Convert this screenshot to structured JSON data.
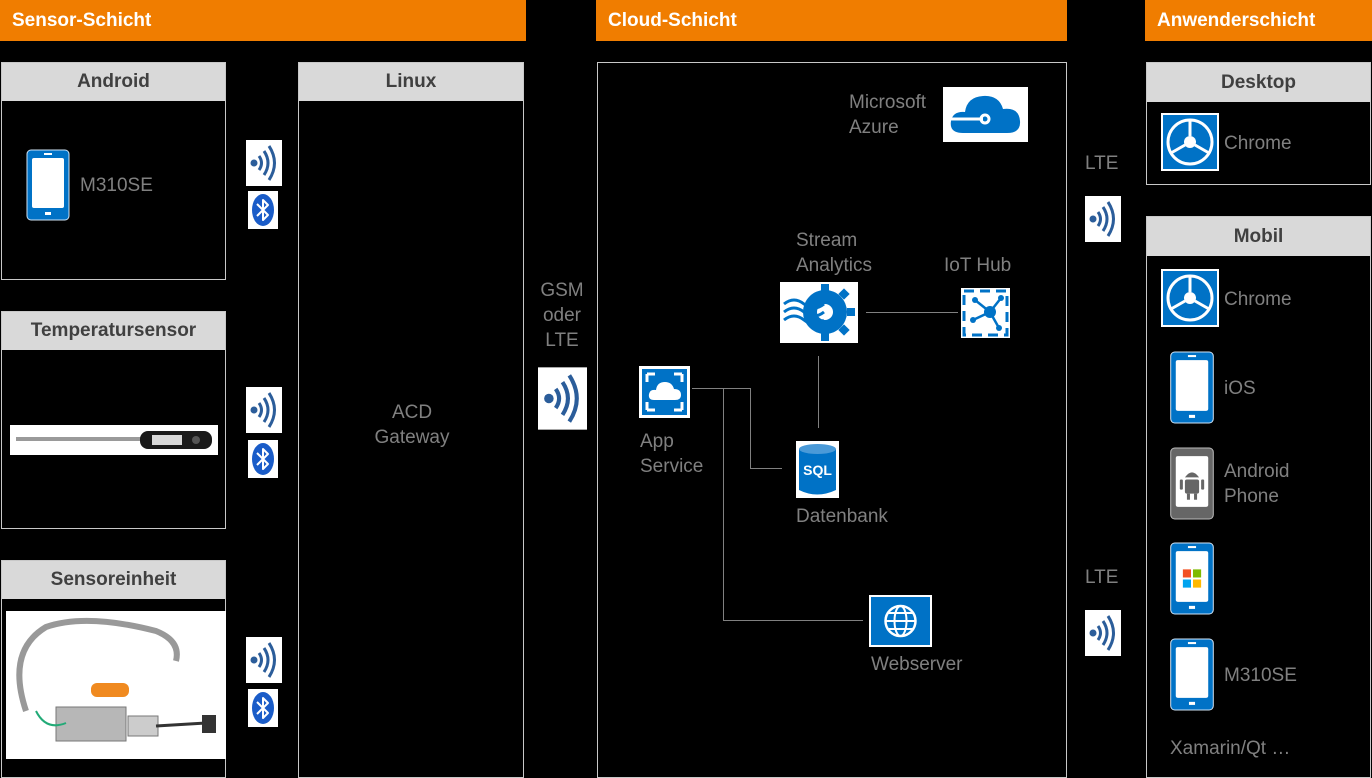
{
  "layers": {
    "sensor": "Sensor-Schicht",
    "cloud": "Cloud-Schicht",
    "user": "Anwenderschicht"
  },
  "sensor_layer": {
    "android": {
      "title": "Android",
      "device": "M310SE"
    },
    "temperature": {
      "title": "Temperatursensor"
    },
    "sensor_unit": {
      "title": "Sensoreinheit"
    },
    "linux": {
      "title": "Linux",
      "gateway": "ACD\nGateway"
    }
  },
  "connection": {
    "gsm": "GSM\noder\nLTE",
    "lte_top": "LTE",
    "lte_bottom": "LTE"
  },
  "cloud_layer": {
    "azure": "Microsoft\nAzure",
    "stream": "Stream\nAnalytics",
    "iot": "IoT Hub",
    "app_service": "App\nService",
    "database": "Datenbank",
    "webserver": "Webserver"
  },
  "user_layer": {
    "desktop": {
      "title": "Desktop",
      "browser": "Chrome"
    },
    "mobile": {
      "title": "Mobil",
      "chrome": "Chrome",
      "ios": "iOS",
      "android": "Android\nPhone",
      "device": "M310SE",
      "frameworks": "Xamarin/Qt …"
    }
  },
  "icons": [
    "wireless-icon",
    "bluetooth-icon",
    "azure-cloud-icon",
    "stream-analytics-icon",
    "iot-hub-icon",
    "app-service-icon",
    "sql-database-icon",
    "globe-icon",
    "chrome-icon",
    "smartphone-icon",
    "android-icon",
    "windows-icon",
    "thermometer-icon"
  ],
  "colors": {
    "accent": "#f07d00",
    "azure": "#0072c6",
    "header_gray": "#d9d9d9",
    "text_gray": "#808080"
  }
}
